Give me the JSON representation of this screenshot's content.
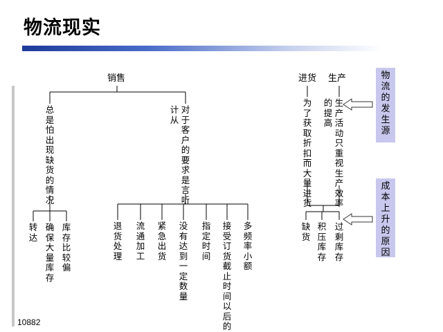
{
  "title": "物流现实",
  "footer_code": "10882",
  "tree": {
    "root": "销售",
    "left_branch": "总是怕出现缺货的情况",
    "left_leaves": [
      "转达",
      "确保大量库存",
      "库存比较偏"
    ],
    "right_branch_col1": "对于客户的要求是言听",
    "right_branch_col2": "计从",
    "right_leaves": [
      "退货处理",
      "流通加工",
      "紧急出货",
      "没有达到一定数量",
      "指定时间",
      "接受订货截止时间以后的订货",
      "多频率小额"
    ]
  },
  "side": {
    "top_left": "进货",
    "top_right": "生产",
    "col_a": "为了获取折扣而大量进货",
    "col_b": "生产活动只重视生产效率",
    "col_c": "的提高",
    "bottom": [
      "缺货",
      "积压库存",
      "过剩库存"
    ]
  },
  "boxes": {
    "origin": "物流的发生源",
    "cost": "成本上升的原因"
  }
}
